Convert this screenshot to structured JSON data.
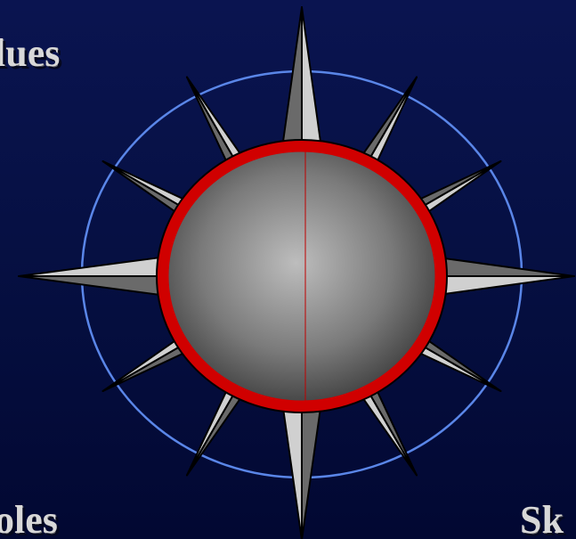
{
  "labels": {
    "values": "lues",
    "roles": "oles",
    "skills": "Sk"
  },
  "colors": {
    "background_top": "#0a1450",
    "background_bottom": "#020832",
    "ring": "#d00000",
    "orbit": "#5a86e8",
    "spike_light": "#d0d0d0",
    "spike_dark": "#6a6a6a",
    "globe_center": "#b8b8b8",
    "globe_edge": "#2a2a2a"
  },
  "icons": {
    "compass": "compass-rose-icon"
  }
}
